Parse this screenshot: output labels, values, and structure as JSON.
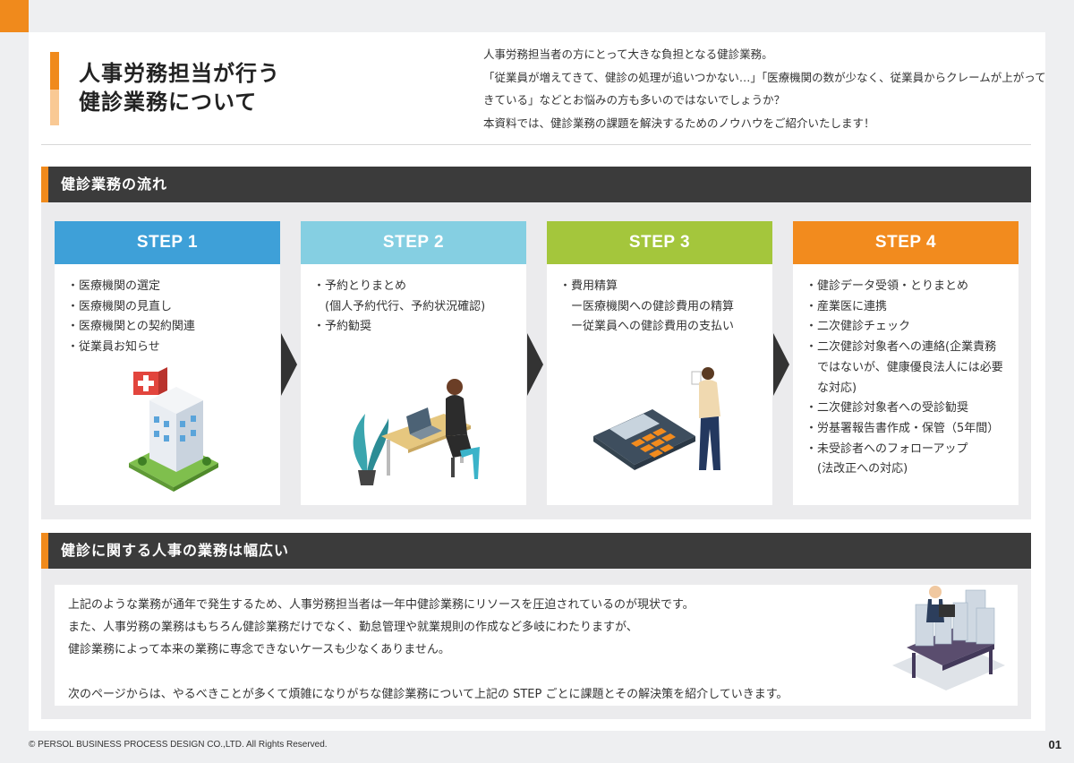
{
  "header": {
    "title_line1": "人事労務担当が行う",
    "title_line2": "健診業務について",
    "intro": [
      "人事労務担当者の方にとって大きな負担となる健診業務。",
      "「従業員が増えてきて、健診の処理が追いつかない…」「医療機関の数が少なく、従業員からクレームが上がって",
      "きている」などとお悩みの方も多いのではないでしょうか？",
      "本資料では、健診業務の課題を解決するためのノウハウをご紹介いたします！"
    ]
  },
  "section1": {
    "title": "健診業務の流れ"
  },
  "steps": [
    {
      "label": "STEP 1",
      "color": "#3ea0d8",
      "illustration": "hospital-building",
      "items": [
        "・医療機関の選定",
        "・医療機関の見直し",
        "・医療機関との契約関連",
        "・従業員お知らせ"
      ]
    },
    {
      "label": "STEP 2",
      "color": "#85cfe2",
      "illustration": "person-at-laptop",
      "items": [
        "・予約とりまとめ",
        "　(個人予約代行、予約状況確認)",
        "・予約勧奨"
      ]
    },
    {
      "label": "STEP 3",
      "color": "#a4c63c",
      "illustration": "calculator-and-person",
      "items": [
        "・費用精算",
        "　ー医療機関への健診費用の精算",
        "　ー従業員への健診費用の支払い"
      ]
    },
    {
      "label": "STEP 4",
      "color": "#f28b1e",
      "illustration": "none",
      "items": [
        "・健診データ受領・とりまとめ",
        "・産業医に連携",
        "・二次健診チェック",
        "・二次健診対象者への連絡(企業責務",
        "　ではないが、健康優良法人には必要",
        "　な対応)",
        "・二次健診対象者への受診勧奨",
        "・労基署報告書作成・保管（5年間）",
        "・未受診者へのフォローアップ",
        "　(法改正への対応)"
      ]
    }
  ],
  "section2": {
    "title": "健診に関する人事の業務は幅広い",
    "body": [
      "上記のような業務が通年で発生するため、人事労務担当者は一年中健診業務にリソースを圧迫されているのが現状です。",
      "また、人事労務の業務はもちろん健診業務だけでなく、勤怠管理や就業規則の作成など多岐にわたりますが、",
      "健診業務によって本来の業務に専念できないケースも少なくありません。",
      "",
      "次のページからは、やるべきことが多くて煩雑になりがちな健診業務について上記の STEP ごとに課題とその解決策を紹介していきます。"
    ],
    "illustration": "busy-worker-with-paper-stacks"
  },
  "footer": {
    "copyright": "© PERSOL BUSINESS PROCESS DESIGN CO.,LTD. All Rights Reserved.",
    "page_number": "01"
  },
  "colors": {
    "accent": "#f08a1c",
    "section_bar": "#3b3b3b"
  }
}
